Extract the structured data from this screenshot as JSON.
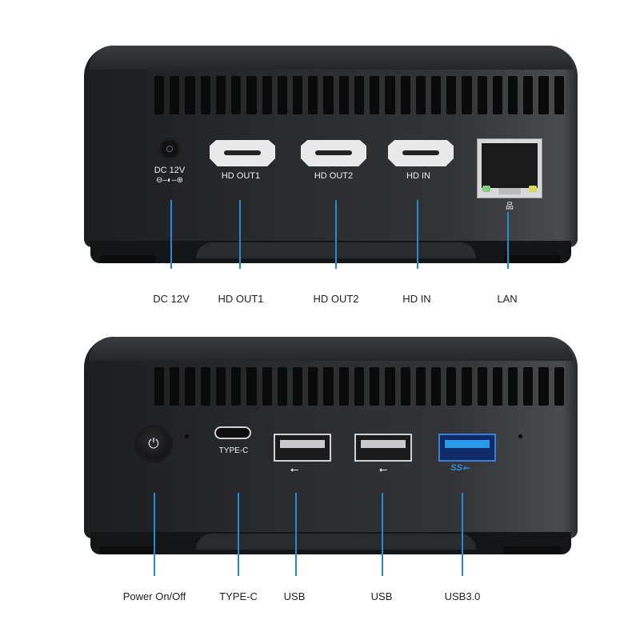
{
  "top_panel": {
    "port_labels": {
      "dc": "DC  12V",
      "dc_polarity": "⊖–◐–⊕",
      "hd_out1": "HD OUT1",
      "hd_out2": "HD OUT2",
      "hd_in": "HD IN"
    },
    "callouts": [
      "DC 12V",
      "HD OUT1",
      "HD OUT2",
      "HD IN",
      "LAN"
    ]
  },
  "bottom_panel": {
    "port_labels": {
      "type_c": "TYPE-C",
      "usb_symbol": "⭠",
      "usb3_symbol": "SS"
    },
    "callouts": [
      "Power On/Off",
      "TYPE-C",
      "USB",
      "USB",
      "USB3.0"
    ]
  },
  "colors": {
    "leader_line": "#1a8fd6",
    "usb3_accent": "#2a9be8",
    "device_body": "#2a2b2f"
  }
}
